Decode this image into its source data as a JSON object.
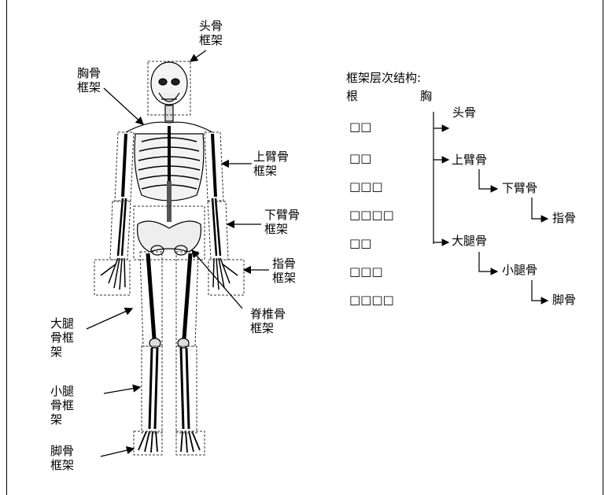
{
  "labels": {
    "head": "头骨\n框架",
    "chest": "胸骨\n框架",
    "upper_arm": "上臂骨\n框架",
    "lower_arm": "下臂骨\n框架",
    "finger": "指骨\n框架",
    "spine": "脊椎骨\n框架",
    "thigh": "大腿\n骨框\n架",
    "shin": "小腿\n骨框\n架",
    "foot": "脚骨\n框架"
  },
  "hierarchy": {
    "title": "框架层次结构:",
    "root_label": "根",
    "chest_label": "胸",
    "placeholders": [
      "□□",
      "□□",
      "□□□",
      "□□□□",
      "□□",
      "□□□",
      "□□□□"
    ],
    "nodes": {
      "head": "头骨",
      "upper_arm": "上臂骨",
      "lower_arm": "下臂骨",
      "finger": "指骨",
      "thigh": "大腿骨",
      "shin": "小腿骨",
      "foot": "脚骨"
    }
  }
}
